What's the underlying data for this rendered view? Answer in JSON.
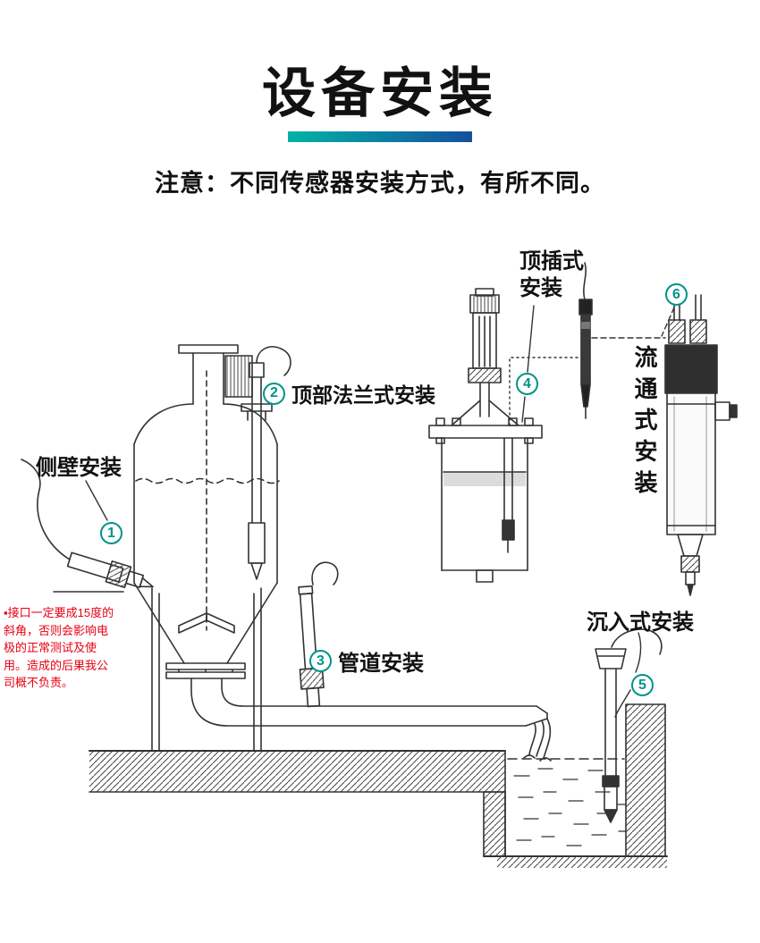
{
  "header": {
    "title": "设备安装",
    "note": "注意：不同传感器安装方式，有所不同。"
  },
  "labels": {
    "side_wall": "侧壁安装",
    "top_flange": "顶部法兰式安装",
    "pipeline": "管道安装",
    "top_insert_line1": "顶插式",
    "top_insert_line2": "安装",
    "submersible": "沉入式安装",
    "flow_through": "流通式安装"
  },
  "badges": {
    "b1": "1",
    "b2": "2",
    "b3": "3",
    "b4": "4",
    "b5": "5",
    "b6": "6"
  },
  "warning": "▪接口一定要成15度的斜角，否则会影响电极的正常测试及使用。造成的后果我公司概不负责。",
  "colors": {
    "accent": "#00938a",
    "gradient_start": "#00b4a4",
    "gradient_end": "#164fa0",
    "warning": "#e60012",
    "line": "#333333"
  }
}
